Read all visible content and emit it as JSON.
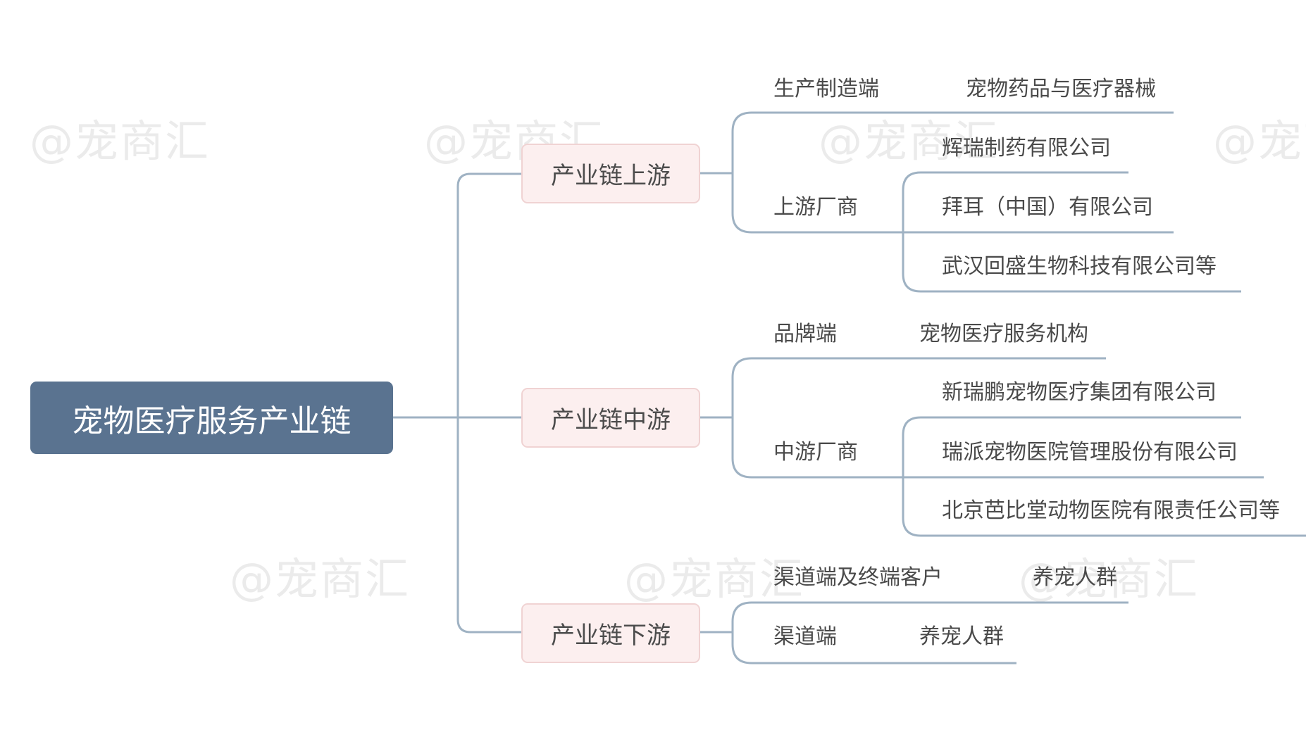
{
  "watermark": "@宠商汇",
  "root": {
    "label": "宠物医疗服务产业链"
  },
  "branches": [
    {
      "label": "产业链上游",
      "children": [
        {
          "label": "生产制造端",
          "items": [
            "宠物药品与医疗器械"
          ]
        },
        {
          "label": "上游厂商",
          "items": [
            "辉瑞制药有限公司",
            "拜耳（中国）有限公司",
            "武汉回盛生物科技有限公司等"
          ]
        }
      ]
    },
    {
      "label": "产业链中游",
      "children": [
        {
          "label": "品牌端",
          "items": [
            "宠物医疗服务机构"
          ]
        },
        {
          "label": "中游厂商",
          "items": [
            "新瑞鹏宠物医疗集团有限公司",
            "瑞派宠物医院管理股份有限公司",
            "北京芭比堂动物医院有限责任公司等"
          ]
        }
      ]
    },
    {
      "label": "产业链下游",
      "children": [
        {
          "label": "渠道端及终端客户",
          "items": [
            "养宠人群"
          ]
        },
        {
          "label": "渠道端",
          "items": [
            "养宠人群"
          ]
        }
      ]
    }
  ]
}
